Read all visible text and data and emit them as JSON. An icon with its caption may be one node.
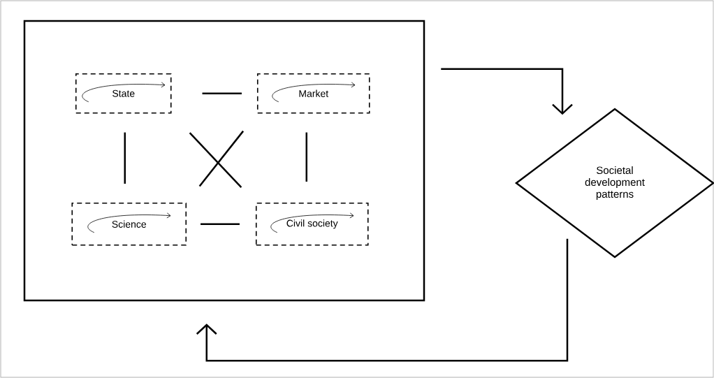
{
  "diagram": {
    "nodes": [
      {
        "text": [],
        "shape": "box"
      },
      {
        "text": [
          "State"
        ],
        "in": 0
      },
      {
        "text": [
          "Market"
        ],
        "in": 0
      },
      {
        "text": [
          "Science"
        ],
        "in": 0
      },
      {
        "text": [
          "Civil society"
        ],
        "in": 0
      },
      {
        "text": [
          "Societal development patterns"
        ]
      }
    ],
    "edges": [
      {
        "from": 1,
        "to": 2,
        "arrow": "none"
      },
      {
        "from": 1,
        "to": 3,
        "arrow": "none"
      },
      {
        "from": 1,
        "to": 4,
        "arrow": "none"
      },
      {
        "from": 2,
        "to": 3,
        "arrow": "none"
      },
      {
        "from": 2,
        "to": 4,
        "arrow": "none"
      },
      {
        "from": 3,
        "to": 4,
        "arrow": "none"
      },
      {
        "from": 0,
        "to": 5,
        "arrow": "to"
      },
      {
        "from": 5,
        "to": 0,
        "arrow": "to"
      }
    ]
  }
}
